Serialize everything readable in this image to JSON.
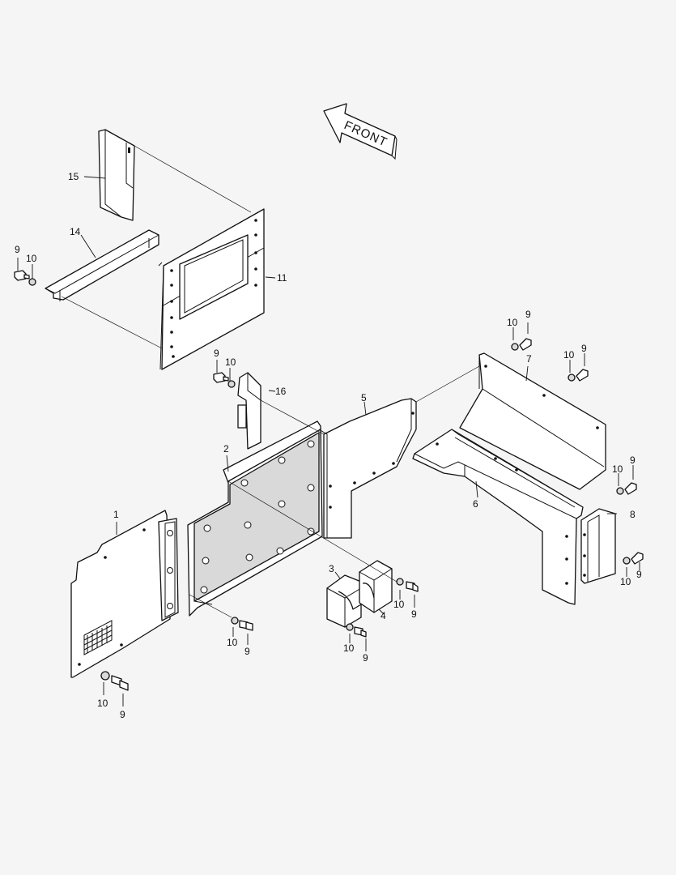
{
  "direction_arrow": {
    "label": "FRONT"
  },
  "callouts": {
    "c1": "1",
    "c2": "2",
    "c3": "3",
    "c4": "4",
    "c5": "5",
    "c6": "6",
    "c7": "7",
    "c8": "8",
    "c11": "11",
    "c14": "14",
    "c15": "15",
    "c16": "16",
    "bolt": "9",
    "washer": "10"
  }
}
